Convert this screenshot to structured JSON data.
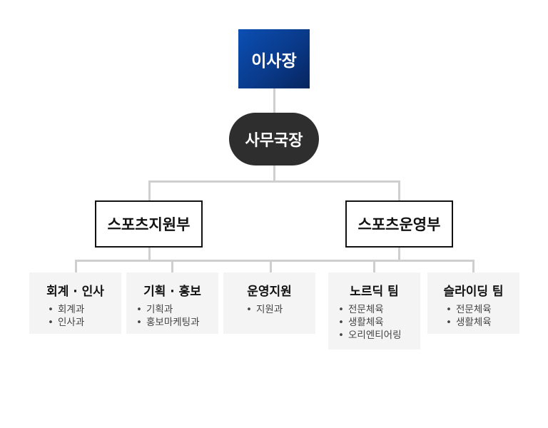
{
  "chairman": "이사장",
  "secretary_general": "사무국장",
  "departments": [
    {
      "name": "스포츠지원부"
    },
    {
      "name": "스포츠운영부"
    }
  ],
  "teams": [
    {
      "title": "회계 · 인사",
      "items": [
        "회계과",
        "인사과"
      ]
    },
    {
      "title": "기획 · 홍보",
      "items": [
        "기획과",
        "홍보마케팅과"
      ]
    },
    {
      "title": "운영지원",
      "items": [
        "지원과"
      ]
    },
    {
      "title": "노르딕 팀",
      "items": [
        "전문체육",
        "생활체육",
        "오리엔티어링"
      ]
    },
    {
      "title": "슬라이딩 팀",
      "items": [
        "전문체육",
        "생활체육"
      ]
    }
  ],
  "colors": {
    "chairman_bg": "#0a3a8a",
    "secretary_bg": "#2e2e2e",
    "line": "#cfcfcf",
    "team_bg": "#f4f4f4"
  }
}
